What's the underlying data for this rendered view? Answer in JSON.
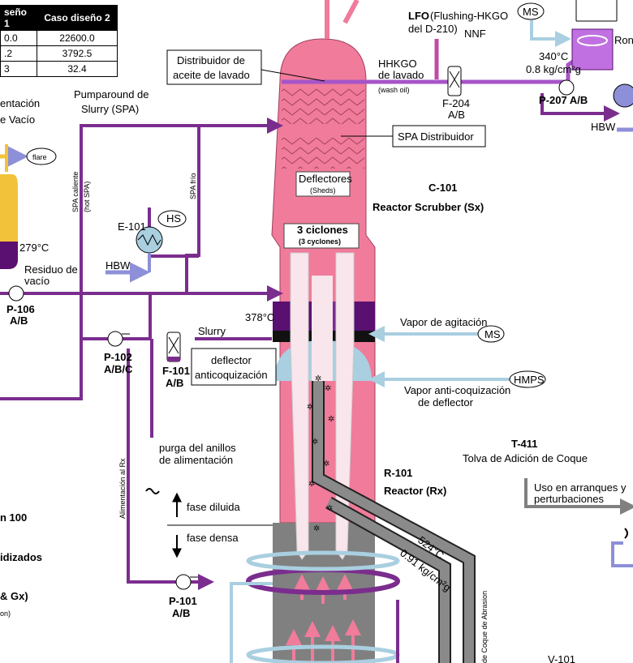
{
  "table": {
    "headers": [
      "seño 1",
      "Caso diseño 2"
    ],
    "rows": [
      [
        "0.0",
        "22600.0"
      ],
      [
        ".2",
        "3792.5"
      ],
      [
        "3",
        "32.4"
      ]
    ]
  },
  "labels": {
    "lfo": "LFO",
    "lfo_detail": "(Flushing-HKGO",
    "lfo_source": "del D-210)",
    "nnf": "NNF",
    "ms_top": "MS",
    "ron": "Ron",
    "temp_340": "340°C",
    "pressure_08": "0.8 kg/cm²g",
    "dist_aceite_l1": "Distribuidor de",
    "dist_aceite_l2": "aceite de lavado",
    "hhkgo_l1": "HHKGO",
    "hhkgo_l2": "de lavado",
    "wash_oil": "(wash oil)",
    "f204": "F-204",
    "f204_ab": "A/B",
    "p207": "P-207 A/B",
    "hbw_top": "HBW",
    "pumparound_l1": "Pumparound de",
    "pumparound_l2": "Slurry (SPA)",
    "spa_dist": "SPA Distribuidor",
    "alim_l1": "entación",
    "alim_l2": "e Vacío",
    "flare": "flare",
    "spa_caliente": "SPA caliente",
    "hot_spa": "(hot SPA)",
    "spa_frio": "SPA frío",
    "deflectores": "Deflectores",
    "sheds": "(Sheds)",
    "c101": "C-101",
    "reactor_scrubber": "Reactor Scrubber (Sx)",
    "e101": "E-101",
    "hs": "HS",
    "hbw_left": "HBW",
    "temp_279": "279°C",
    "residuo_l1": "Residuo de",
    "residuo_l2": "vacío",
    "p106": "P-106",
    "p106_ab": "A/B",
    "ciclones": "3 ciclones",
    "cyclones": "(3 cyclones)",
    "temp_378": "378°C",
    "slurry": "Slurry",
    "vapor_agitacion": "Vapor de agitación",
    "ms_mid": "MS",
    "p102": "P-102",
    "p102_abc": "A/B/C",
    "f101": "F-101",
    "f101_ab": "A/B",
    "deflector_l1": "deflector",
    "deflector_l2": "anticoquización",
    "hmps": "HMPS",
    "vapor_anti_l1": "Vapor anti-coquización",
    "vapor_anti_l2": "de deflector",
    "purga_l1": "purga del anillos",
    "purga_l2": "de alimentación",
    "alim_rx": "Alimentación al Rx",
    "t411": "T-411",
    "tolva": "Tolva de Adición de Coque",
    "uso_l1": "Uso en arranques y",
    "uso_l2": "perturbaciones",
    "r101": "R-101",
    "reactor_rx": "Reactor (Rx)",
    "fase_diluida": "fase diluida",
    "fase_densa": "fase densa",
    "temp_524": "524°C",
    "pressure_091": "0.91 kg/cm²g",
    "coque_abrasion": "de Coque de Abrasion",
    "big_100": "n 100",
    "big_idizados": "idizados",
    "big_gx": "& Gx)",
    "small_on": "on)",
    "p101": "P-101",
    "p101_ab": "A/B",
    "bottom_right": "V-101"
  },
  "colors": {
    "vessel_pink": "#F07B9A",
    "vessel_light": "#F8C8D4",
    "purple": "#7B2D8E",
    "dark_purple": "#5A1070",
    "gray": "#808080",
    "light_blue": "#A9CFE0",
    "blue": "#8D8FD8",
    "yellow": "#F2C23A"
  }
}
